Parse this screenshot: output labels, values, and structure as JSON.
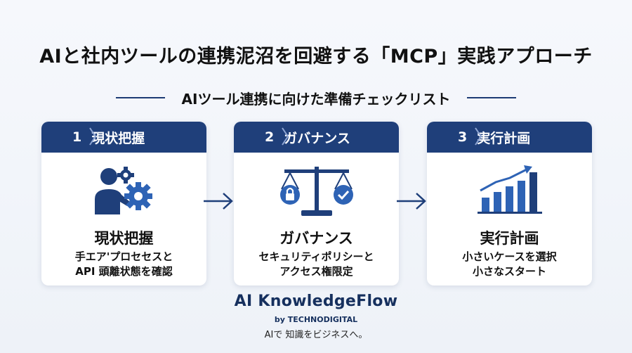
{
  "title": "AIと社内ツールの連携泥沼を回避する「MCP」実践アプローチ",
  "subtitle": "AIツール連携に向けた準備チェックリスト",
  "cards": [
    {
      "number": "1",
      "header": "現状把握",
      "title": "現状把握",
      "desc_line1": "手エア'プロセセスと",
      "desc_line2": "API 頭離状態を確認",
      "icon": "person-gears-icon"
    },
    {
      "number": "2",
      "header": "ガバナンス",
      "title": "ガバナンス",
      "desc_line1": "セキュリティポリシーと",
      "desc_line2": "アクセス権限定",
      "icon": "balance-scale-icon"
    },
    {
      "number": "3",
      "header": "実行計画",
      "title": "実行計画",
      "desc_line1": "小さいケースを選択",
      "desc_line2": "小さなスタート",
      "icon": "growth-chart-icon"
    }
  ],
  "brand": {
    "name": "AI KnowledgeFlow",
    "by": "by TECHNODIGITAL",
    "tagline": "AIで 知識をビジネスへ。"
  },
  "colors": {
    "primary": "#1f3f7a",
    "accent": "#2e63b5",
    "background": "#f3f6fb"
  }
}
